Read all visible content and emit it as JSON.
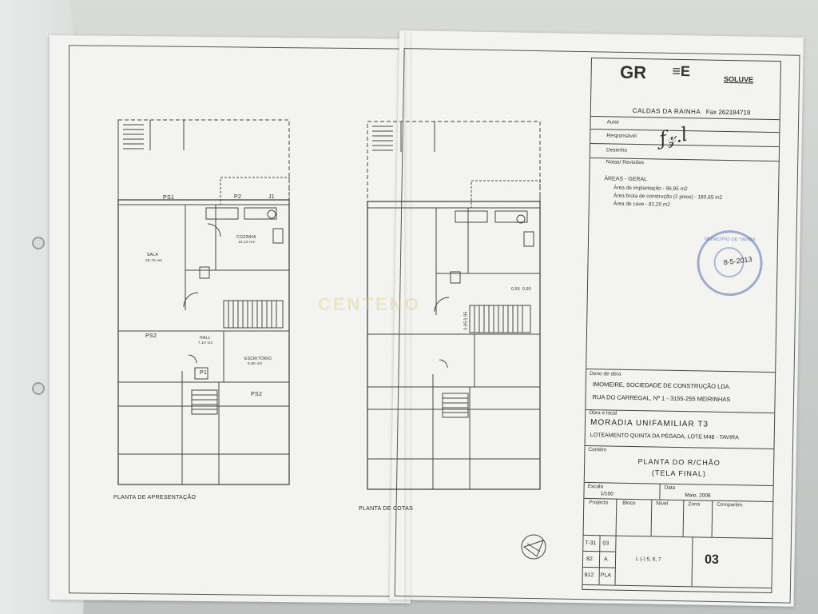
{
  "drawing": {
    "room_labels": {
      "ps1": "PS1",
      "p2": "P2",
      "j1": "J1",
      "sala": "SALA",
      "sala_area": "29,75 m2",
      "cozinha": "COZINHA",
      "cozinha_area": "13,10 m2",
      "ps2_left": "PS2",
      "hall": "HALL",
      "hall_area": "7,10 m2",
      "escritorio": "ESCRITÓRIO",
      "escritorio_area": "9,80 m2",
      "p1": "P1",
      "ps2_bottom": "PS2",
      "dim_a": "0,55",
      "dim_b": "0,95",
      "dim_c": "0,95",
      "dim_d": "0,95"
    },
    "caption_left": "PLANTA DE APRESENTAÇÃO",
    "caption_right": "PLANTA DE COTAS",
    "watermark": "CENTENO"
  },
  "cartouche": {
    "logos": {
      "left_text": "CALDAS DA RAINHA",
      "fax": "Fax 262184719",
      "right_brand": "SOLUVE"
    },
    "fields": {
      "autor": "Autor",
      "responsavel": "Responsável",
      "desenho": "Desenho",
      "notas": "Notas/ Revisões"
    },
    "areas": {
      "title": "ÁREAS - GERAL",
      "implantacao": "Área de implantação - 96,95 m2",
      "bruta": "Área bruta de construção (2 pisos) - 180,65 m2",
      "cave": "Área de cave - 82,20 m2"
    },
    "stamp": {
      "text": "MUNICÍPIO DE TAVIRA",
      "date": "8-5-2013"
    },
    "owner": {
      "label": "Dono de obra",
      "name": "IMOMEIRE, SOCIEDADE DE CONSTRUÇÃO LDA.",
      "address": "RUA DO CARREGAL, Nº 1  -  3155-255 MEIRINHAS"
    },
    "work": {
      "label": "Obra e local",
      "title": "MORADIA UNIFAMILIAR T3",
      "location": "LOTEAMENTO QUINTA DA PÉGADA, LOTE M48  -  TAVIRA"
    },
    "content": {
      "label": "Contém",
      "line1": "PLANTA DO R/CHÃO",
      "line2": "(TELA FINAL)"
    },
    "scale": {
      "label": "Escala",
      "value": "1/100"
    },
    "date": {
      "label": "Data",
      "value": "Maio, 2006"
    },
    "columns": [
      "Projecto",
      "Bloco",
      "Nível",
      "Zona",
      "Compartim."
    ],
    "codes": {
      "t31": "T-31",
      "n03": "03",
      "n82": "82",
      "a": "A",
      "n812": "812",
      "pla": "PLA",
      "ref": "L (-) 5, 6, 7",
      "sheet_no": "03"
    }
  }
}
